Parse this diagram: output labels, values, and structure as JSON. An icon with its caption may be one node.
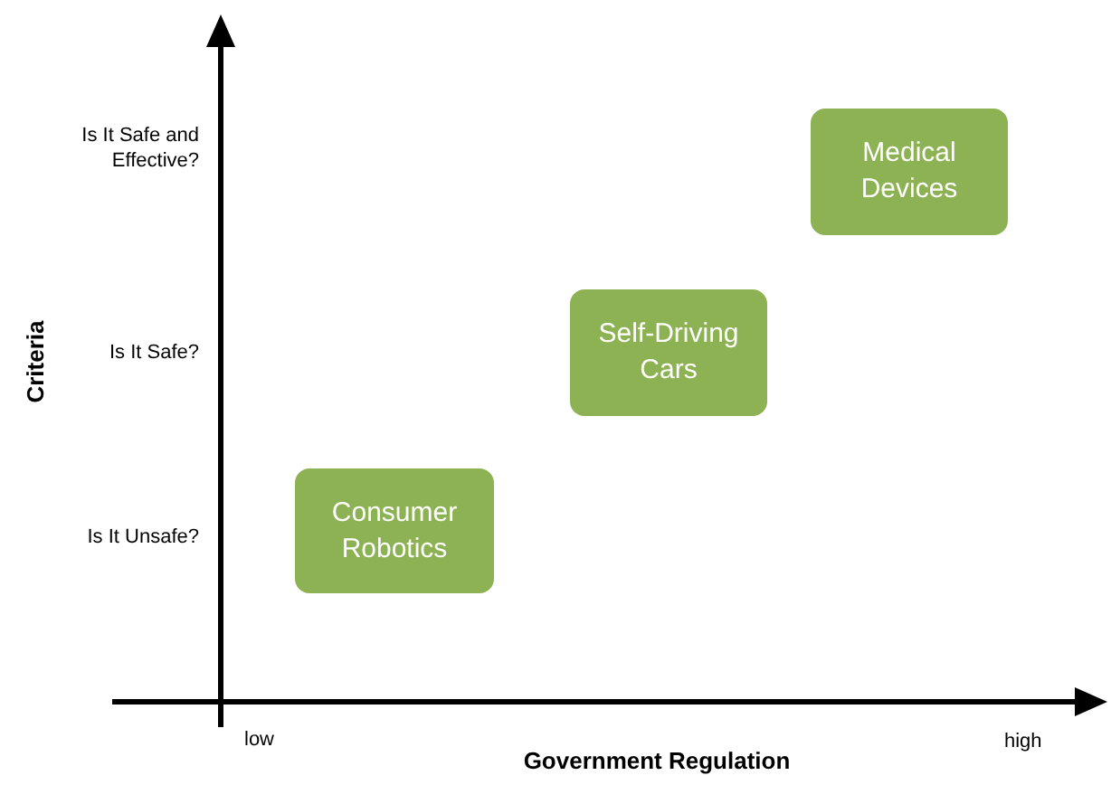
{
  "diagram": {
    "nodes": [
      {
        "text": [
          "Consumer Robotics"
        ]
      },
      {
        "text": [
          "Self-Driving Cars"
        ]
      },
      {
        "text": [
          "Medical Devices"
        ]
      }
    ],
    "labels": [
      "Is It Safe and Effective?",
      "Is It Safe?",
      "Is It Unsafe?",
      "Criteria",
      "low",
      "high",
      "Government Regulation"
    ]
  }
}
